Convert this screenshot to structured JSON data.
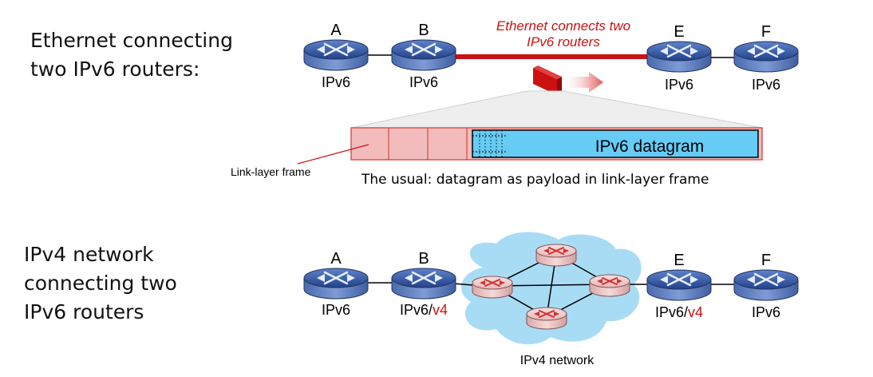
{
  "section1": {
    "heading_line1": "Ethernet connecting",
    "heading_line2": "two IPv6 routers:",
    "routers": [
      {
        "name": "A",
        "protocol": "IPv6"
      },
      {
        "name": "B",
        "protocol": "IPv6"
      },
      {
        "name": "E",
        "protocol": "IPv6"
      },
      {
        "name": "F",
        "protocol": "IPv6"
      }
    ],
    "ethernet_label_line1": "Ethernet connects two",
    "ethernet_label_line2": "IPv6 routers",
    "datagram_label": "IPv6 datagram",
    "frame_label": "Link-layer frame",
    "caption": "The usual: datagram as payload in link-layer frame"
  },
  "section2": {
    "heading_line1": "IPv4 network",
    "heading_line2": "connecting two",
    "heading_line3": "IPv6 routers",
    "routers": [
      {
        "name": "A",
        "protocol": "IPv6",
        "suffix": ""
      },
      {
        "name": "B",
        "protocol": "IPv6/",
        "suffix": "v4"
      },
      {
        "name": "E",
        "protocol": "IPv6/",
        "suffix": "v4"
      },
      {
        "name": "F",
        "protocol": "IPv6",
        "suffix": ""
      }
    ],
    "network_label": "IPv4 network"
  },
  "colors": {
    "accent_red": "#cc1111",
    "router_blue": "#2a4d9c",
    "datagram_blue": "#66ccf5",
    "frame_pink": "#f0b3b3",
    "cloud_blue": "#a8dcf5"
  }
}
